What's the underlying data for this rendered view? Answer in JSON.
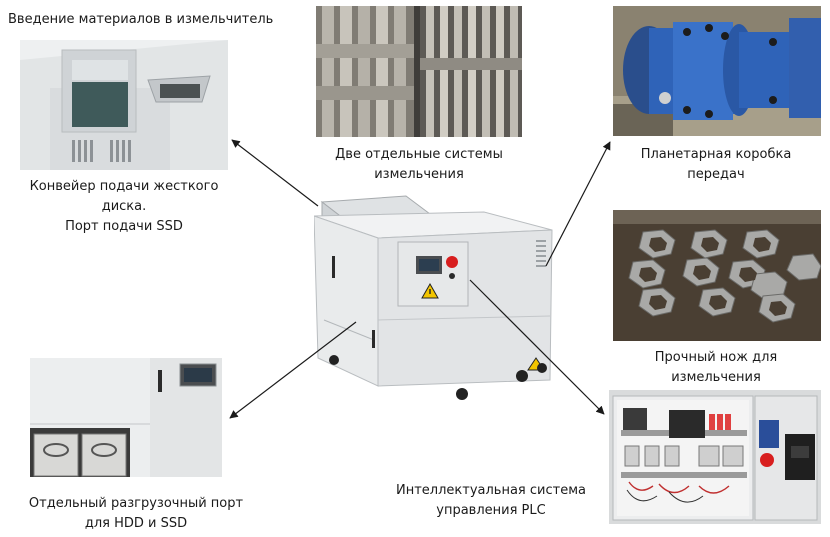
{
  "labels": {
    "feed_title": "Введение материалов в измельчитель",
    "conveyor_line1": "Конвейер подачи жесткого",
    "conveyor_line2": "диска.",
    "conveyor_line3": "Порт подачи SSD",
    "dual_line1": "Две отдельные системы",
    "dual_line2": "измельчения",
    "gearbox_line1": "Планетарная коробка",
    "gearbox_line2": "передач",
    "knife_line1": "Прочный нож для",
    "knife_line2": "измельчения",
    "discharge_line1": "Отдельный разгрузочный порт",
    "discharge_line2": "для HDD и SSD",
    "plc_line1": "Интеллектуальная система",
    "plc_line2": "управления PLC"
  },
  "icons": {
    "hazard": "warning-triangle-icon",
    "emergency": "emergency-stop-icon"
  },
  "colors": {
    "machine_body": "#e9ebec",
    "gearbox_blue": "#2f63b8",
    "arrow": "#1a1a1a",
    "warning_yellow": "#f2c500",
    "stop_red": "#d81e1e"
  }
}
